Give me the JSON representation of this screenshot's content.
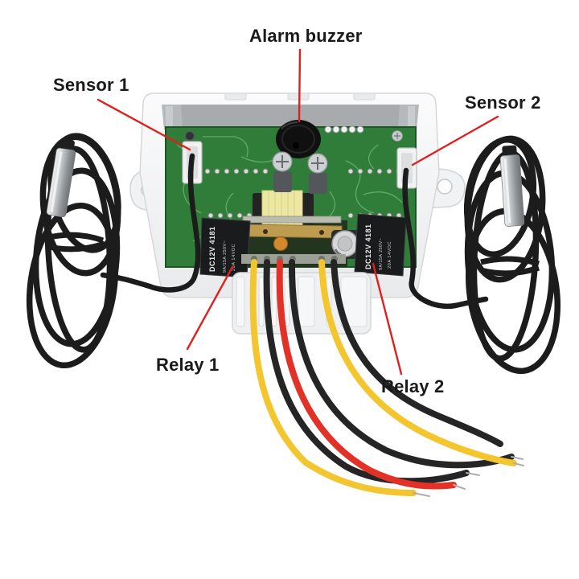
{
  "annotations": {
    "alarm_buzzer": "Alarm buzzer",
    "sensor_1": "Sensor 1",
    "sensor_2": "Sensor 2",
    "relay_1": "Relay 1",
    "relay_2": "Relay 2"
  },
  "device": {
    "relay_1_print": {
      "line_large": "DC12V 4181",
      "line_mid": "9A/15A 250V~",
      "line_small": "20A 14VDC"
    },
    "relay_2_print": {
      "line_large": "DC12V 4181",
      "line_mid": "9A/15A 250V~",
      "line_small": "20A 14VDC"
    }
  },
  "colors": {
    "annotation_red": "#e01f1f",
    "label_black": "#1a1a1a",
    "pcb_green": "#2f7d39",
    "pcb_trace_green": "#63b06c",
    "case_white": "#f4f5f6",
    "case_window_gray": "#b5b9bb",
    "relay_black": "#1a1b1d",
    "relay_text_white": "#e8e8e8",
    "wire_yellow": "#f3c62f",
    "wire_red": "#e23126",
    "wire_black": "#252525",
    "cable_black": "#1c1c1c",
    "probe_silver": "#c9cccd",
    "transformer_yellow": "#ece8a4",
    "gold_bar": "#bd9c50"
  }
}
